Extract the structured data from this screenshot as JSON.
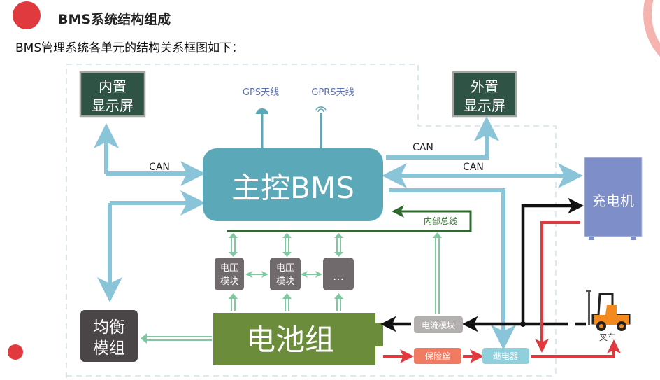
{
  "header": {
    "title": "BMS系统结构组成",
    "subtitle": "BMS管理系统各单元的结构关系框图如下："
  },
  "diagram": {
    "internal_display": [
      "内置",
      "显示屏"
    ],
    "external_display": [
      "外置",
      "显示屏"
    ],
    "gps": "GPS天线",
    "gprs": "GPRS天线",
    "main_bms": "主控BMS",
    "can_left": "CAN",
    "can_top_right": "CAN",
    "can_right": "CAN",
    "charger": "充电机",
    "internal_bus": "内部总线",
    "voltage_module_1": [
      "电压",
      "模块"
    ],
    "voltage_module_2": [
      "电压",
      "模块"
    ],
    "more_modules": "…",
    "balance_module": [
      "均衡",
      "模组"
    ],
    "battery_pack": "电池组",
    "current_module": "电流模块",
    "fuse": "保险丝",
    "relay": "继电器",
    "forklift": "叉车"
  },
  "colors": {
    "bms": "#5ba8b8",
    "battery": "#6b8c3a",
    "display": "#2f5446",
    "charger": "#7d8ec8",
    "accent_red": "#e0393e",
    "bus": "#2f6b2f",
    "signal": "#7fc8a0"
  }
}
